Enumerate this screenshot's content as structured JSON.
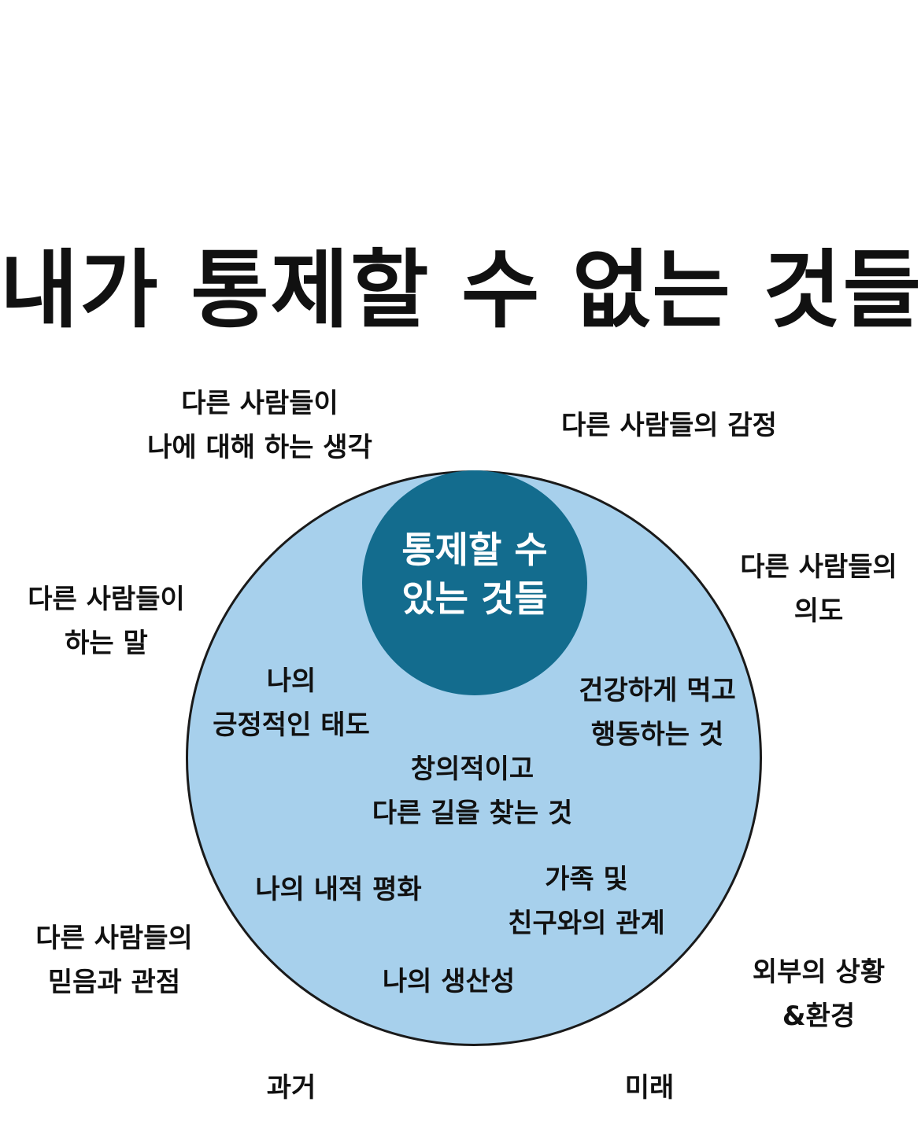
{
  "title": "내가 통제할 수 없는 것들",
  "core": {
    "label": "통제할 수\n있는 것들"
  },
  "inside_items": [
    "나의\n긍정적인 태도",
    "건강하게 먹고\n행동하는 것",
    "창의적이고\n다른 길을 찾는 것",
    "나의 내적 평화",
    "가족 및\n친구와의 관계",
    "나의 생산성"
  ],
  "outside_items": [
    "다른 사람들이\n나에 대해 하는 생각",
    "다른 사람들의 감정",
    "다른 사람들의\n의도",
    "다른 사람들이\n하는 말",
    "다른 사람들의\n믿음과 관점",
    "외부의 상황\n&환경",
    "과거",
    "미래"
  ],
  "colors": {
    "outer_circle": "#a7d0ec",
    "inner_circle": "#136c8e",
    "text": "#111111",
    "inner_text": "#ffffff"
  }
}
